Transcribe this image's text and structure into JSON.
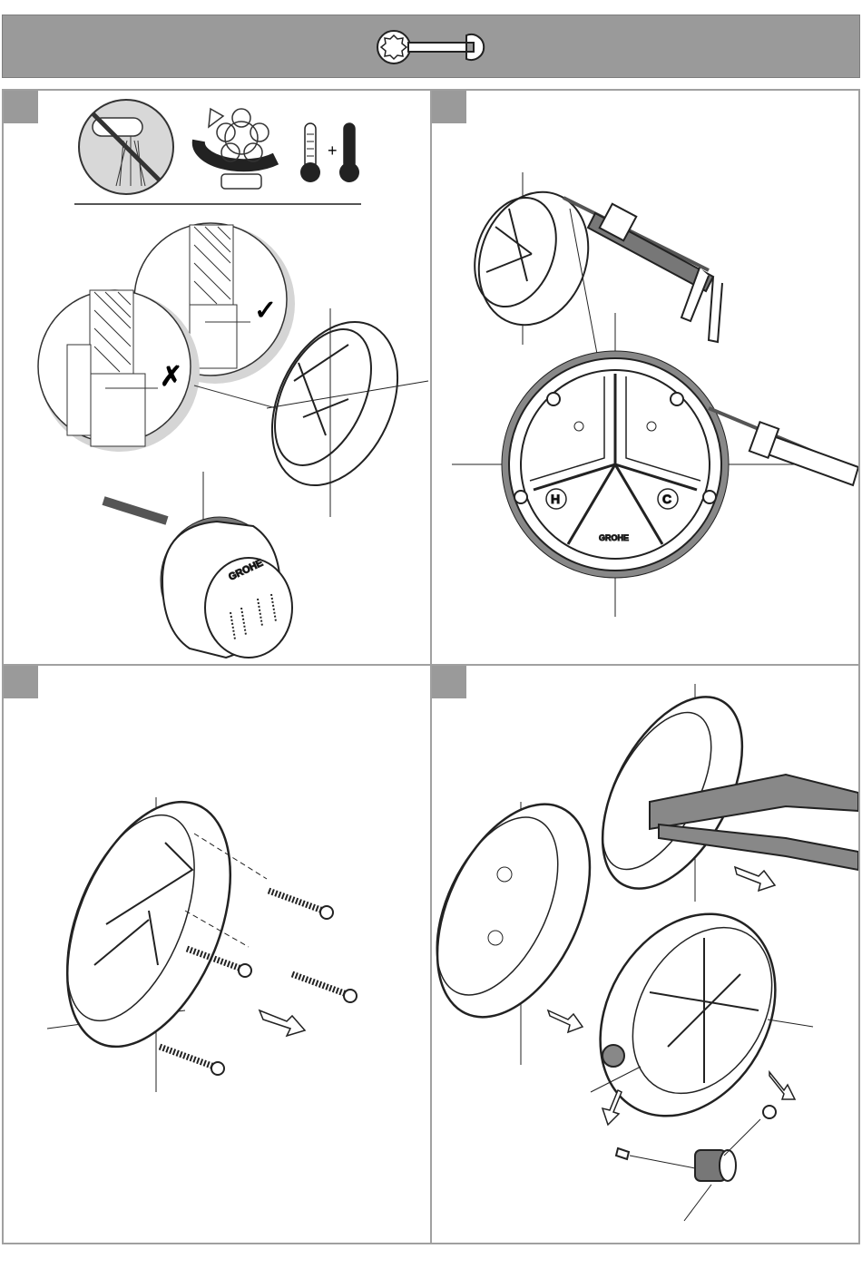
{
  "header": {
    "tool_icon": "wrench-icon"
  },
  "panels": [
    {
      "id": 1,
      "icons": [
        "no-spray-icon",
        "rotate-valve-icon",
        "thermometer-cold-icon",
        "thermometer-hot-icon"
      ],
      "plus": "+",
      "ok_mark": "✓",
      "bad_mark": "✗",
      "brand": "GROHE"
    },
    {
      "id": 2,
      "brand": "GROHE",
      "hot_label": "H",
      "cold_label": "C"
    },
    {
      "id": 3
    },
    {
      "id": 4
    }
  ],
  "colors": {
    "header_gray": "#9a9a9a",
    "border_gray": "#a0a0a0",
    "line": "#222222"
  }
}
